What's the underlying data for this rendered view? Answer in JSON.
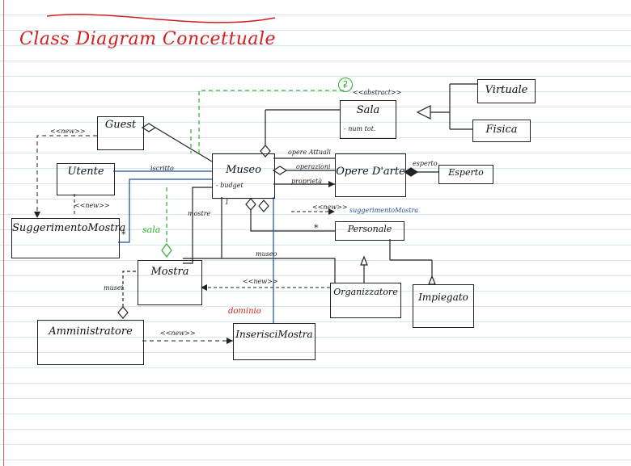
{
  "title": "Class Diagram Concettuale",
  "note_number": "2",
  "classes": {
    "guest": "Guest",
    "utente": "Utente",
    "suggerimento_mostra": "SuggerimentoMostra",
    "amministratore": "Amministratore",
    "mostra": "Mostra",
    "inserisci_mostra": "InserisciMostra",
    "museo": "Museo",
    "opere_arte": "Opere D'arte",
    "sala": "Sala",
    "virtuale": "Virtuale",
    "fisica": "Fisica",
    "esperto": "Esperto",
    "personale": "Personale",
    "organizzatore": "Organizzatore",
    "impiegato": "Impiegato"
  },
  "attributes": {
    "museo_budget": "- budget",
    "sala_num": "- num tot."
  },
  "labels": {
    "stereo_abstract": "<<abstract>>",
    "stereo_new_guest": "<<new>>",
    "stereo_new_utente": "<<new>>",
    "stereo_new_personale": "<<new>>",
    "stereo_new_mostra": "<<new>>",
    "stereo_new_admin": "<<new>>",
    "opere_attuali": "opere Attuali",
    "operations": "operazioni",
    "proprieta": "proprietà",
    "iscritto": "iscritto",
    "esperto_rel": "esperto",
    "sala_green": "sala",
    "mostre": "mostre",
    "museo_rel": "museo",
    "musei": "musei",
    "suggerimento_rel": "suggerimentoMostra",
    "one": "1",
    "star1": "*",
    "star2": "*",
    "dominio": "dominio"
  }
}
